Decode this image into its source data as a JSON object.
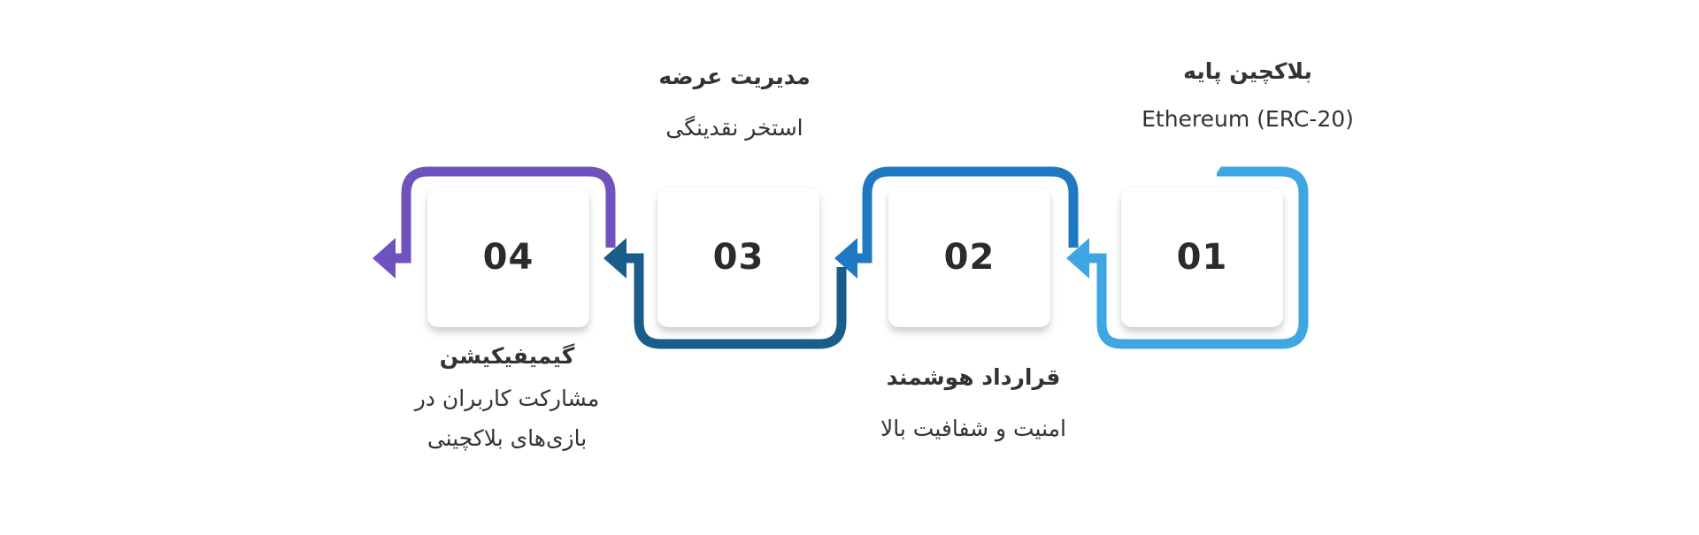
{
  "steps": [
    {
      "number": "01",
      "title": "بلاکچین پایه",
      "subtitle": "Ethereum (ERC-20)",
      "color": "#3EA6E3"
    },
    {
      "number": "02",
      "title": "قرارداد هوشمند",
      "subtitle": "امنیت و شفافیت بالا",
      "color": "#1F78C1"
    },
    {
      "number": "03",
      "title": "مدیریت عرضه",
      "subtitle": "استخر نقدینگی",
      "color": "#1A5C8A"
    },
    {
      "number": "04",
      "title": "گیمیفیکیشن",
      "subtitle_line1": "مشارکت کاربران در",
      "subtitle_line2": "بازی‌های بلاکچینی",
      "color": "#6F52BE"
    }
  ]
}
